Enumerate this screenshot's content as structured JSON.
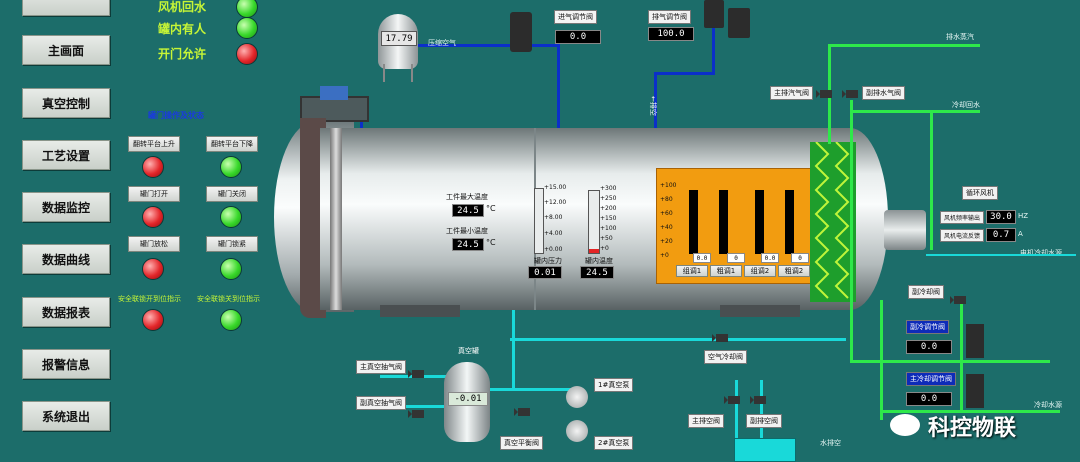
{
  "nav": {
    "items": [
      "主画面",
      "真空控制",
      "工艺设置",
      "数据监控",
      "数据曲线",
      "数据报表",
      "报警信息",
      "系统退出"
    ]
  },
  "status_lamps": [
    {
      "label": "风机回水",
      "color": "green"
    },
    {
      "label": "罐内有人",
      "color": "green"
    },
    {
      "label": "开门允许",
      "color": "red"
    }
  ],
  "door_panel": {
    "title": "罐门操作及状态",
    "rows": [
      {
        "left": {
          "label": "翻转平台上升",
          "lamp": "red"
        },
        "right": {
          "label": "翻转平台下降",
          "lamp": "green"
        }
      },
      {
        "left": {
          "label": "罐门打开",
          "lamp": "red"
        },
        "right": {
          "label": "罐门关闭",
          "lamp": "green"
        }
      },
      {
        "left": {
          "label": "罐门放松",
          "lamp": "red"
        },
        "right": {
          "label": "罐门锁紧",
          "lamp": "green"
        }
      },
      {
        "left": {
          "label": "安全联锁开到位指示",
          "lamp": "red"
        },
        "right": {
          "label": "安全联锁关到位指示",
          "lamp": "green"
        }
      }
    ]
  },
  "top": {
    "tank_value": "17.79",
    "compressed_air_label": "压缩空气",
    "inlet_valve": {
      "label": "进气调节阀",
      "value": "0.0"
    },
    "outlet_valve": {
      "label": "排气调节阀",
      "value": "100.0"
    },
    "drain_label": "排水蒸汽",
    "exhaust_vertical": "←排空"
  },
  "vessel": {
    "max_temp_label": "工件最大温度",
    "max_temp": "24.5",
    "min_temp_label": "工件最小温度",
    "min_temp": "24.5",
    "unit": "°C",
    "pressure_ticks": [
      "+15.00",
      "+12.00",
      "+8.00",
      "+4.00",
      "+0.00"
    ],
    "temp_ticks": [
      "+300",
      "+250",
      "+200",
      "+150",
      "+100",
      "+50",
      "+0"
    ],
    "pressure_label": "罐内压力",
    "pressure_value": "0.01",
    "temp_label": "罐内温度",
    "temp_value": "24.5"
  },
  "heaters": {
    "ticks": [
      "+100",
      "+80",
      "+60",
      "+40",
      "+20",
      "+0"
    ],
    "groups": [
      {
        "name": "组调1",
        "value": "0.0"
      },
      {
        "name": "粗调1",
        "value": "0"
      },
      {
        "name": "组调2",
        "value": "0.0"
      },
      {
        "name": "粗调2",
        "value": "0"
      }
    ]
  },
  "right": {
    "main_vent": "主排汽气阀",
    "aux_vent": "副排水气阀",
    "cool_return": "冷却回水",
    "fan_label": "循环风机",
    "fan_freq_label": "风机频率输出",
    "fan_freq": "30.0",
    "fan_freq_unit": "HZ",
    "fan_current_label": "风机电流反馈",
    "fan_current": "0.7",
    "fan_current_unit": "A",
    "motor_cooling": "电机冷却水源",
    "aux_cool_valve": "副冷却阀",
    "heat_reg_label": "副冷调节阀",
    "heat_reg_value": "0.0",
    "main_cool_label": "主冷却调节阀",
    "main_cool_value": "0.0",
    "cool_water_in": "冷却水源",
    "air_cool_valve": "空气冷却阀",
    "main_drain": "主排空阀",
    "aux_drain": "副排空阀",
    "drain_out": "水排空",
    "watermark": "科控物联"
  },
  "vacuum": {
    "tank_label": "真空罐",
    "tank_value": "-0.01",
    "main_valve": "主真空抽气阀",
    "aux_valve": "副真空抽气阀",
    "balance_valve": "真空平衡阀",
    "pump1": "1#真空泵",
    "pump2": "2#真空泵"
  }
}
